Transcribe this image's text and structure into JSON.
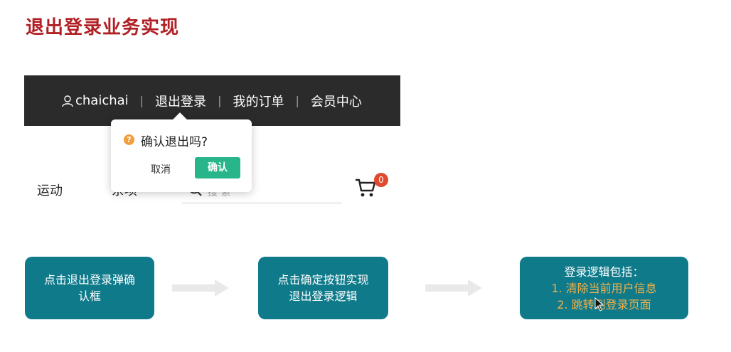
{
  "slide": {
    "title": "退出登录业务实现"
  },
  "topnav": {
    "username": "chaichai",
    "separator": "|",
    "logout": "退出登录",
    "orders": "我的订单",
    "member": "会员中心"
  },
  "popconfirm": {
    "message": "确认退出吗?",
    "cancel": "取消",
    "confirm": "确认"
  },
  "header": {
    "nav_sport": "运动",
    "nav_partial": "杂项",
    "search_placeholder": "搜 索",
    "cart_count": "0"
  },
  "flow": {
    "box1": {
      "line1": "点击退出登录弹确",
      "line2": "认框"
    },
    "box2": {
      "line1": "点击确定按钮实现",
      "line2": "退出登录逻辑"
    },
    "box3": {
      "heading": "登录逻辑包括：",
      "step1": "1. 清除当前用户信息",
      "step2": "2. 跳转到登录页面"
    }
  },
  "colors": {
    "title": "#b01f24",
    "nav_bg": "#2b2b2b",
    "confirm_green": "#27b589",
    "flow_box": "#0f7a8a",
    "step_orange": "#f2b14a",
    "badge_red": "#e04a2f"
  },
  "icons": [
    "user-icon",
    "question-icon",
    "search-icon",
    "cart-icon",
    "arrow-right-icon",
    "mouse-cursor-icon"
  ]
}
